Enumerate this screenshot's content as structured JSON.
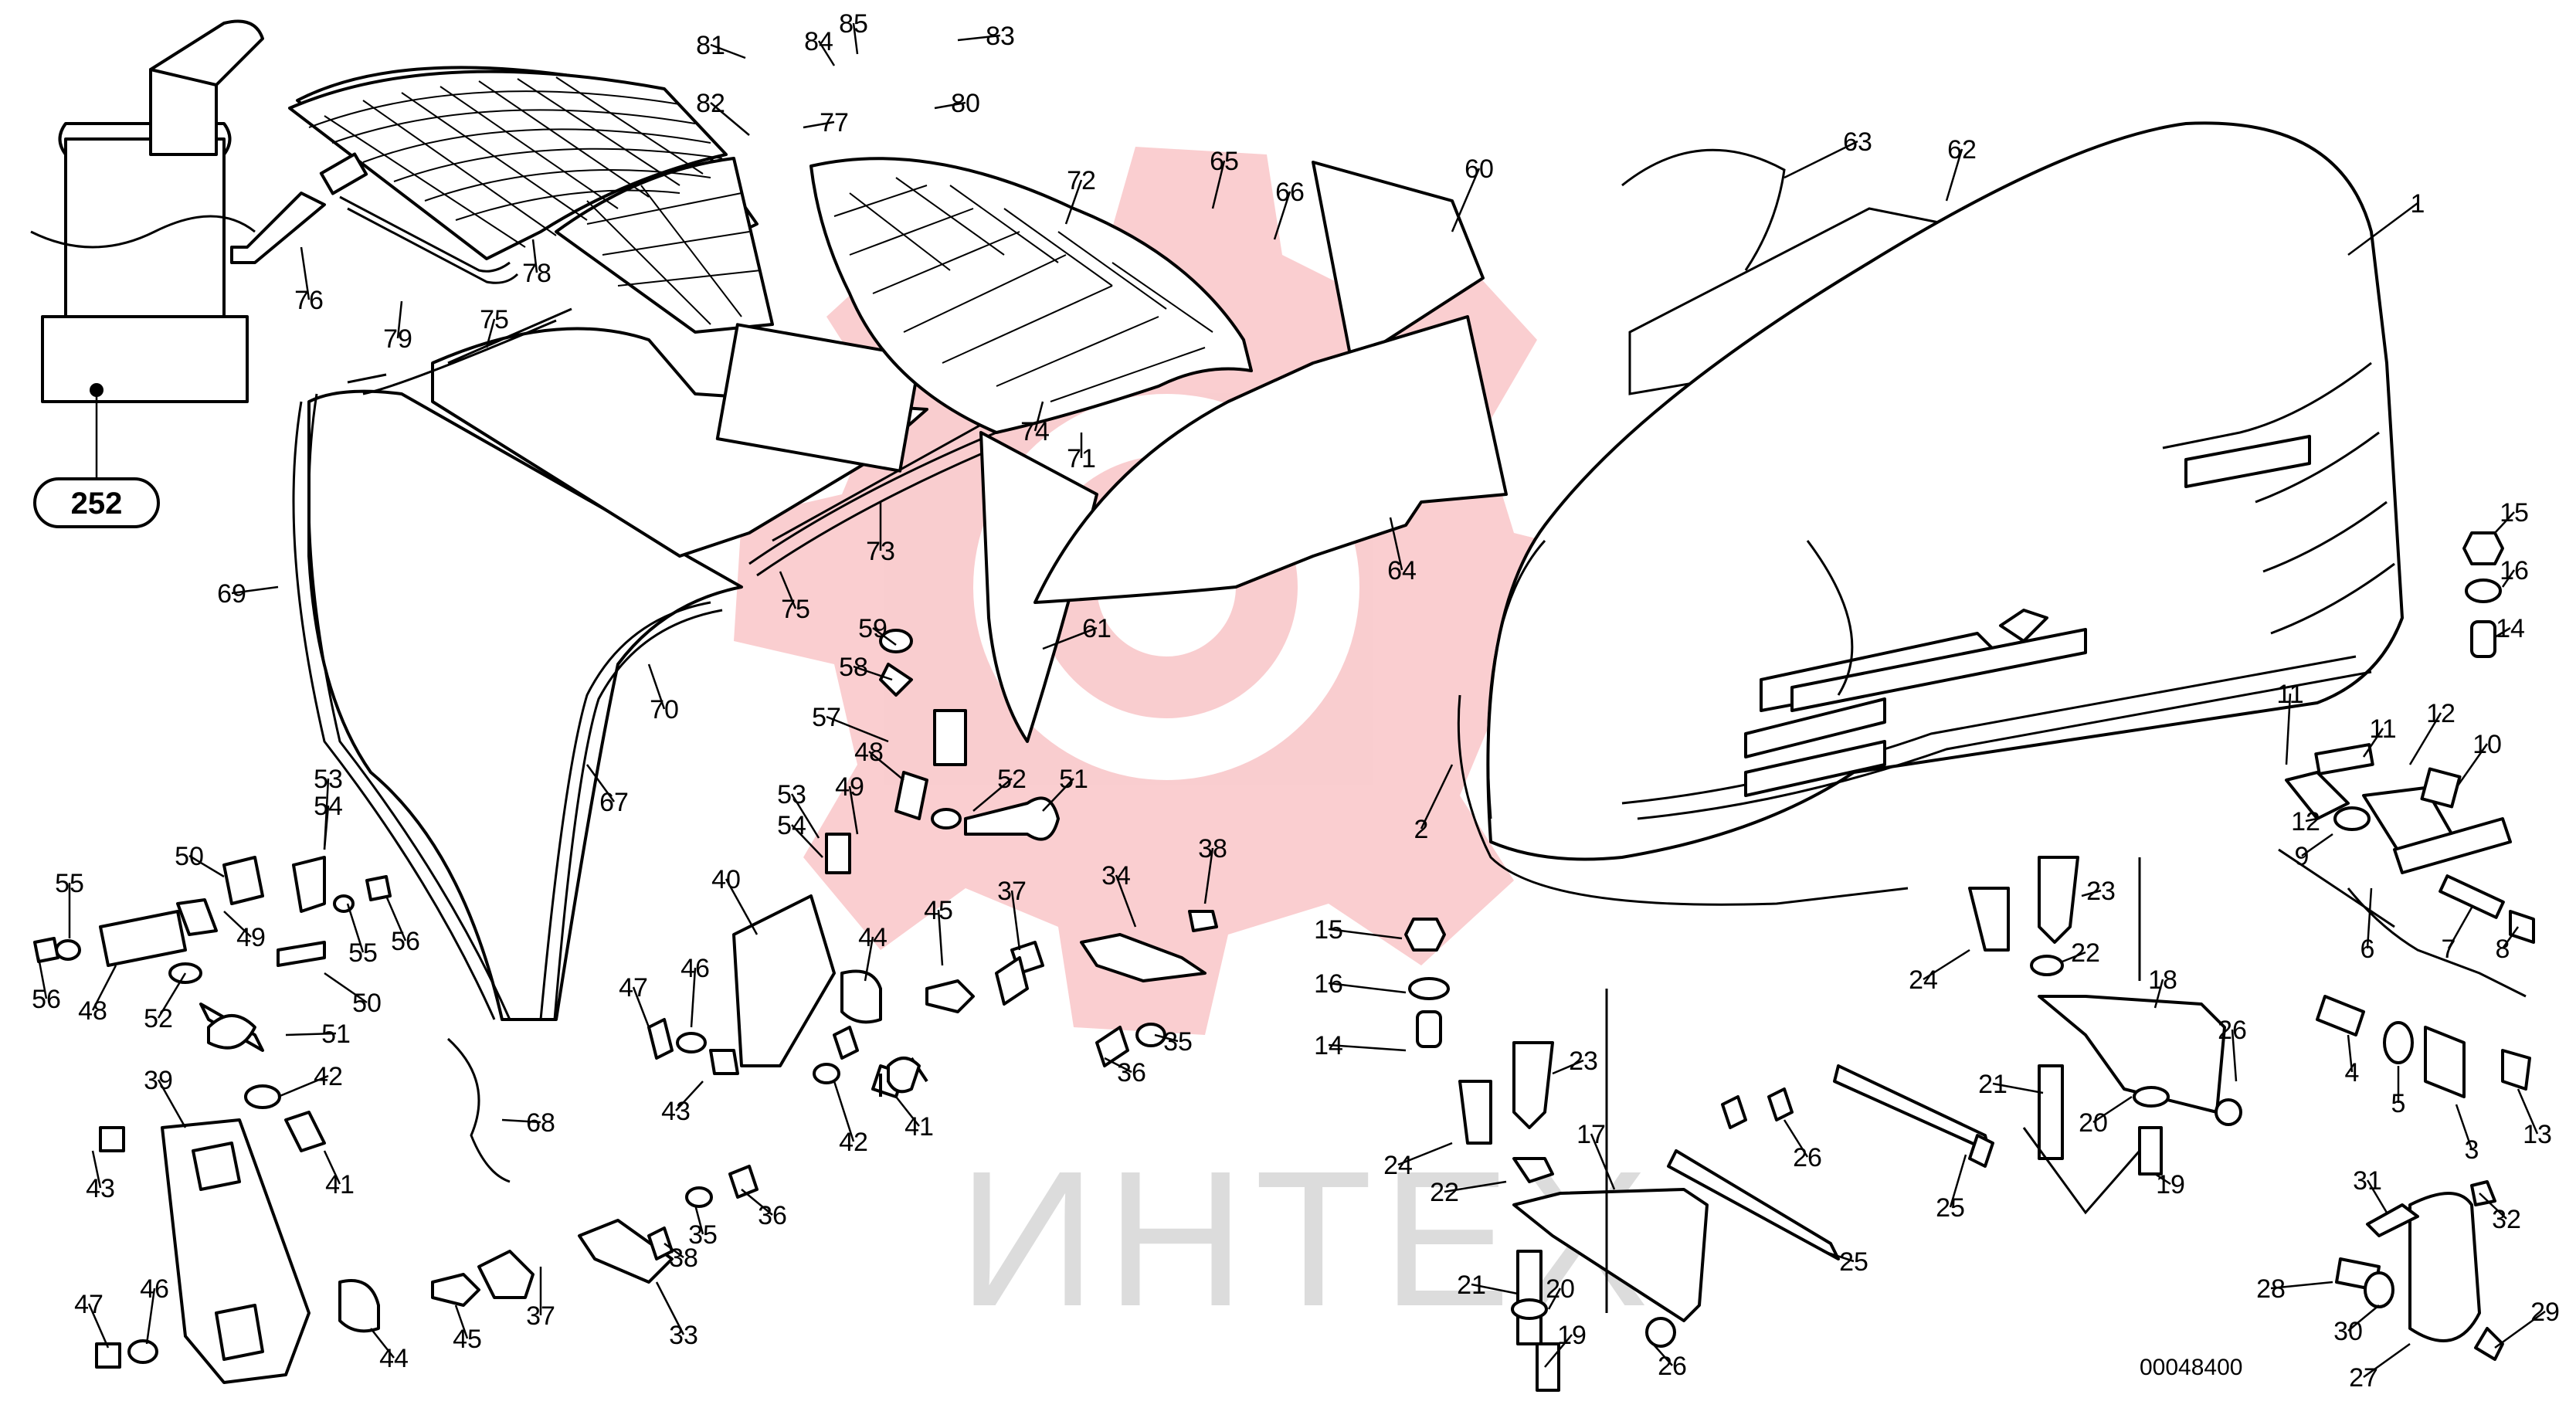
{
  "diagram": {
    "reference_code": "00048400",
    "watermark_text": "ИНТЕХ",
    "assembly_reference": "252",
    "callouts": [
      {
        "id": "c1",
        "label": "1"
      },
      {
        "id": "c2",
        "label": "2"
      },
      {
        "id": "c3",
        "label": "3"
      },
      {
        "id": "c4",
        "label": "4"
      },
      {
        "id": "c5",
        "label": "5"
      },
      {
        "id": "c6",
        "label": "6"
      },
      {
        "id": "c7",
        "label": "7"
      },
      {
        "id": "c8",
        "label": "8"
      },
      {
        "id": "c9",
        "label": "9"
      },
      {
        "id": "c10",
        "label": "10"
      },
      {
        "id": "c11a",
        "label": "11"
      },
      {
        "id": "c11b",
        "label": "11"
      },
      {
        "id": "c12a",
        "label": "12"
      },
      {
        "id": "c12b",
        "label": "12"
      },
      {
        "id": "c13",
        "label": "13"
      },
      {
        "id": "c14a",
        "label": "14"
      },
      {
        "id": "c14b",
        "label": "14"
      },
      {
        "id": "c15a",
        "label": "15"
      },
      {
        "id": "c15b",
        "label": "15"
      },
      {
        "id": "c16a",
        "label": "16"
      },
      {
        "id": "c16b",
        "label": "16"
      },
      {
        "id": "c17",
        "label": "17"
      },
      {
        "id": "c18",
        "label": "18"
      },
      {
        "id": "c19a",
        "label": "19"
      },
      {
        "id": "c19b",
        "label": "19"
      },
      {
        "id": "c20a",
        "label": "20"
      },
      {
        "id": "c20b",
        "label": "20"
      },
      {
        "id": "c21a",
        "label": "21"
      },
      {
        "id": "c21b",
        "label": "21"
      },
      {
        "id": "c22a",
        "label": "22"
      },
      {
        "id": "c22b",
        "label": "22"
      },
      {
        "id": "c23a",
        "label": "23"
      },
      {
        "id": "c23b",
        "label": "23"
      },
      {
        "id": "c24a",
        "label": "24"
      },
      {
        "id": "c24b",
        "label": "24"
      },
      {
        "id": "c25a",
        "label": "25"
      },
      {
        "id": "c25b",
        "label": "25"
      },
      {
        "id": "c26a",
        "label": "26"
      },
      {
        "id": "c26b",
        "label": "26"
      },
      {
        "id": "c26c",
        "label": "26"
      },
      {
        "id": "c27",
        "label": "27"
      },
      {
        "id": "c28",
        "label": "28"
      },
      {
        "id": "c29",
        "label": "29"
      },
      {
        "id": "c30",
        "label": "30"
      },
      {
        "id": "c31",
        "label": "31"
      },
      {
        "id": "c32",
        "label": "32"
      },
      {
        "id": "c33",
        "label": "33"
      },
      {
        "id": "c34",
        "label": "34"
      },
      {
        "id": "c35a",
        "label": "35"
      },
      {
        "id": "c35b",
        "label": "35"
      },
      {
        "id": "c36a",
        "label": "36"
      },
      {
        "id": "c36b",
        "label": "36"
      },
      {
        "id": "c37a",
        "label": "37"
      },
      {
        "id": "c37b",
        "label": "37"
      },
      {
        "id": "c38a",
        "label": "38"
      },
      {
        "id": "c38b",
        "label": "38"
      },
      {
        "id": "c39",
        "label": "39"
      },
      {
        "id": "c40",
        "label": "40"
      },
      {
        "id": "c41a",
        "label": "41"
      },
      {
        "id": "c41b",
        "label": "41"
      },
      {
        "id": "c42a",
        "label": "42"
      },
      {
        "id": "c42b",
        "label": "42"
      },
      {
        "id": "c43a",
        "label": "43"
      },
      {
        "id": "c43b",
        "label": "43"
      },
      {
        "id": "c44a",
        "label": "44"
      },
      {
        "id": "c44b",
        "label": "44"
      },
      {
        "id": "c45a",
        "label": "45"
      },
      {
        "id": "c45b",
        "label": "45"
      },
      {
        "id": "c46a",
        "label": "46"
      },
      {
        "id": "c46b",
        "label": "46"
      },
      {
        "id": "c47a",
        "label": "47"
      },
      {
        "id": "c47b",
        "label": "47"
      },
      {
        "id": "c48a",
        "label": "48"
      },
      {
        "id": "c48b",
        "label": "48"
      },
      {
        "id": "c49a",
        "label": "49"
      },
      {
        "id": "c49b",
        "label": "49"
      },
      {
        "id": "c50a",
        "label": "50"
      },
      {
        "id": "c50b",
        "label": "50"
      },
      {
        "id": "c51a",
        "label": "51"
      },
      {
        "id": "c51b",
        "label": "51"
      },
      {
        "id": "c52a",
        "label": "52"
      },
      {
        "id": "c52b",
        "label": "52"
      },
      {
        "id": "c53a",
        "label": "53"
      },
      {
        "id": "c53b",
        "label": "53"
      },
      {
        "id": "c54a",
        "label": "54"
      },
      {
        "id": "c54b",
        "label": "54"
      },
      {
        "id": "c55a",
        "label": "55"
      },
      {
        "id": "c55b",
        "label": "55"
      },
      {
        "id": "c56a",
        "label": "56"
      },
      {
        "id": "c56b",
        "label": "56"
      },
      {
        "id": "c57",
        "label": "57"
      },
      {
        "id": "c58",
        "label": "58"
      },
      {
        "id": "c59",
        "label": "59"
      },
      {
        "id": "c60",
        "label": "60"
      },
      {
        "id": "c61",
        "label": "61"
      },
      {
        "id": "c62",
        "label": "62"
      },
      {
        "id": "c63",
        "label": "63"
      },
      {
        "id": "c64",
        "label": "64"
      },
      {
        "id": "c65",
        "label": "65"
      },
      {
        "id": "c66",
        "label": "66"
      },
      {
        "id": "c67",
        "label": "67"
      },
      {
        "id": "c68",
        "label": "68"
      },
      {
        "id": "c69",
        "label": "69"
      },
      {
        "id": "c70",
        "label": "70"
      },
      {
        "id": "c71",
        "label": "71"
      },
      {
        "id": "c72",
        "label": "72"
      },
      {
        "id": "c73",
        "label": "73"
      },
      {
        "id": "c74",
        "label": "74"
      },
      {
        "id": "c75a",
        "label": "75"
      },
      {
        "id": "c75b",
        "label": "75"
      },
      {
        "id": "c76",
        "label": "76"
      },
      {
        "id": "c77",
        "label": "77"
      },
      {
        "id": "c78",
        "label": "78"
      },
      {
        "id": "c79",
        "label": "79"
      },
      {
        "id": "c80",
        "label": "80"
      },
      {
        "id": "c81",
        "label": "81"
      },
      {
        "id": "c82",
        "label": "82"
      },
      {
        "id": "c83",
        "label": "83"
      },
      {
        "id": "c84",
        "label": "84"
      },
      {
        "id": "c85",
        "label": "85"
      }
    ]
  }
}
